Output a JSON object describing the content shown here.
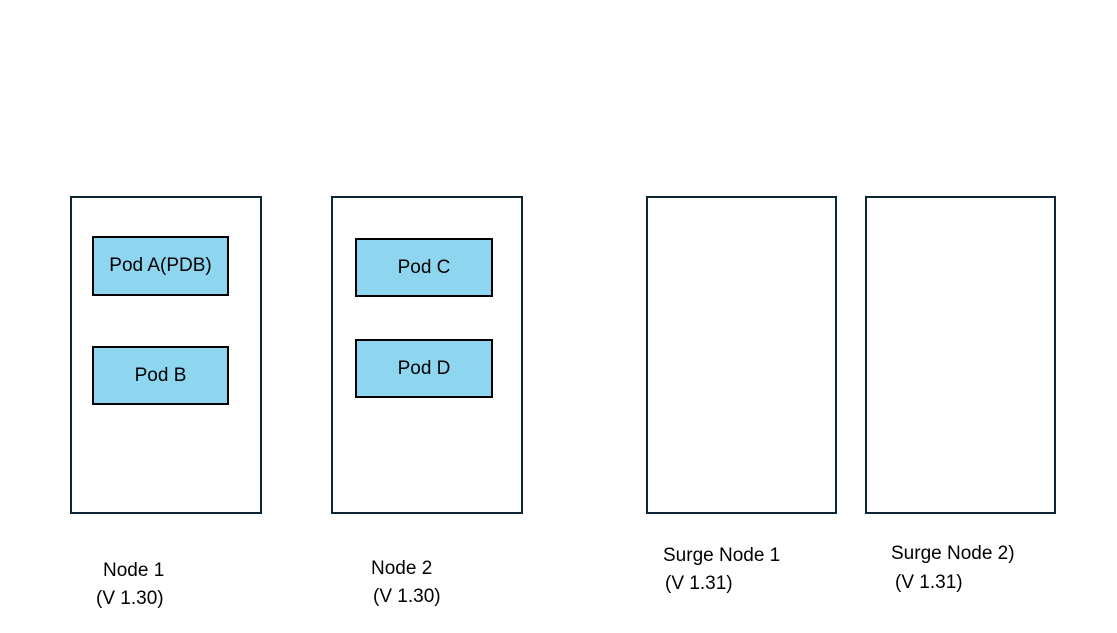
{
  "diagram": {
    "background": "#ffffff",
    "colors": {
      "node_border": "#0d2633",
      "pod_fill": "#8ed5f0",
      "pod_border": "#000000",
      "text": "#000000"
    },
    "nodes": [
      {
        "name": "Node 1",
        "version": "(V 1.30)",
        "pods": [
          "Pod A(PDB)",
          "Pod B"
        ]
      },
      {
        "name": "Node 2",
        "version": "(V 1.30)",
        "pods": [
          "Pod C",
          "Pod D"
        ]
      },
      {
        "name": "Surge Node 1",
        "version": "(V 1.31)",
        "pods": []
      },
      {
        "name": "Surge Node 2)",
        "version": "(V 1.31)",
        "pods": []
      }
    ]
  }
}
